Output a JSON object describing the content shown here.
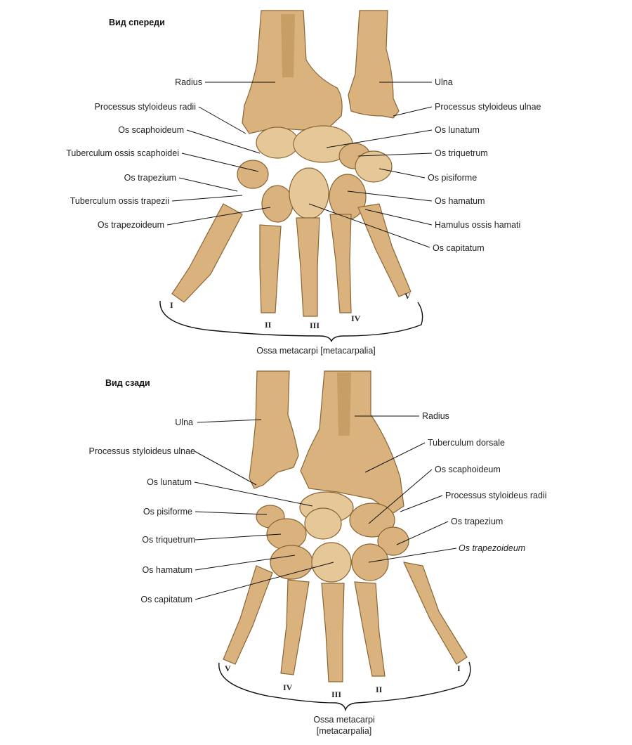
{
  "front": {
    "title": "Вид спереди",
    "labels_left": {
      "radius": "Radius",
      "proc_styl_radii": "Processus styloideus radii",
      "os_scaphoideum": "Os scaphoideum",
      "tub_scaphoidei": "Tuberculum ossis scaphoidei",
      "os_trapezium": "Os trapezium",
      "tub_trapezii": "Tuberculum  ossis trapezii",
      "os_trapezoideum": "Os trapezoideum"
    },
    "labels_right": {
      "ulna": "Ulna",
      "proc_styl_ulnae": "Processus styloideus ulnae",
      "os_lunatum": "Os lunatum",
      "os_triquetrum": "Os triquetrum",
      "os_pisiforme": "Os pisiforme",
      "os_hamatum": "Os hamatum",
      "hamulus": "Hamulus ossis hamati",
      "os_capitatum": "Os capitatum"
    },
    "numerals": {
      "i": "I",
      "ii": "II",
      "iii": "III",
      "iv": "IV",
      "v": "V"
    },
    "metacarpi": "Ossa metacarpi [metacarpalia]"
  },
  "back": {
    "title": "Вид сзади",
    "labels_left": {
      "ulna": "Ulna",
      "proc_styl_ulnae": "Processus styloideus ulnae",
      "os_lunatum": "Os lunatum",
      "os_pisiforme": "Os pisiforme",
      "os_triquetrum": "Os triquetrum",
      "os_hamatum": "Os hamatum",
      "os_capitatum": "Os capitatum"
    },
    "labels_right": {
      "radius": "Radius",
      "tub_dorsale": "Tuberculum dorsale",
      "os_scaphoideum": "Os scaphoideum",
      "proc_styl_radii": "Processus styloideus radii",
      "os_trapezium": "Os trapezium",
      "os_trapezoideum": "Os trapezoideum"
    },
    "numerals": {
      "v": "V",
      "iv": "IV",
      "iii": "III",
      "ii": "II",
      "i": "I"
    },
    "metacarpi_line1": "Ossa metacarpi",
    "metacarpi_line2": "[metacarpalia]"
  },
  "colors": {
    "bone": "#d9b27d",
    "bone_dark": "#c99a5e",
    "outline": "#8a6534"
  }
}
